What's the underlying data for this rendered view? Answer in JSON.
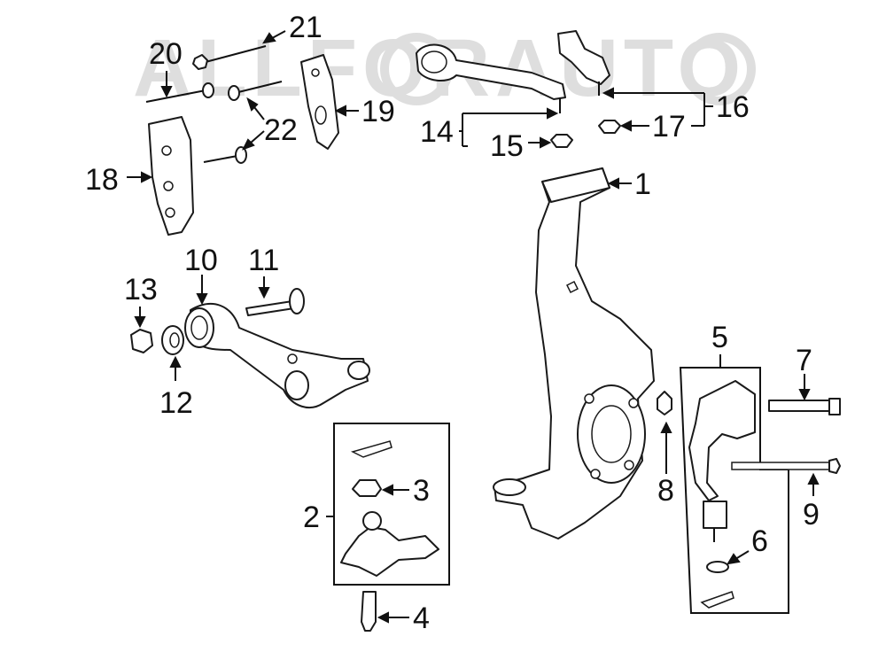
{
  "watermark": {
    "text": "ALLFORAUTO"
  },
  "callouts": {
    "c1": "1",
    "c2": "2",
    "c3": "3",
    "c4": "4",
    "c5": "5",
    "c6": "6",
    "c7": "7",
    "c8": "8",
    "c9": "9",
    "c10": "10",
    "c11": "11",
    "c12": "12",
    "c13": "13",
    "c14": "14",
    "c15": "15",
    "c16": "16",
    "c17": "17",
    "c18": "18",
    "c19": "19",
    "c20": "20",
    "c21": "21",
    "c22": "22"
  },
  "colors": {
    "ink": "#111111",
    "watermark": "#d9d9d9",
    "background": "#ffffff"
  }
}
